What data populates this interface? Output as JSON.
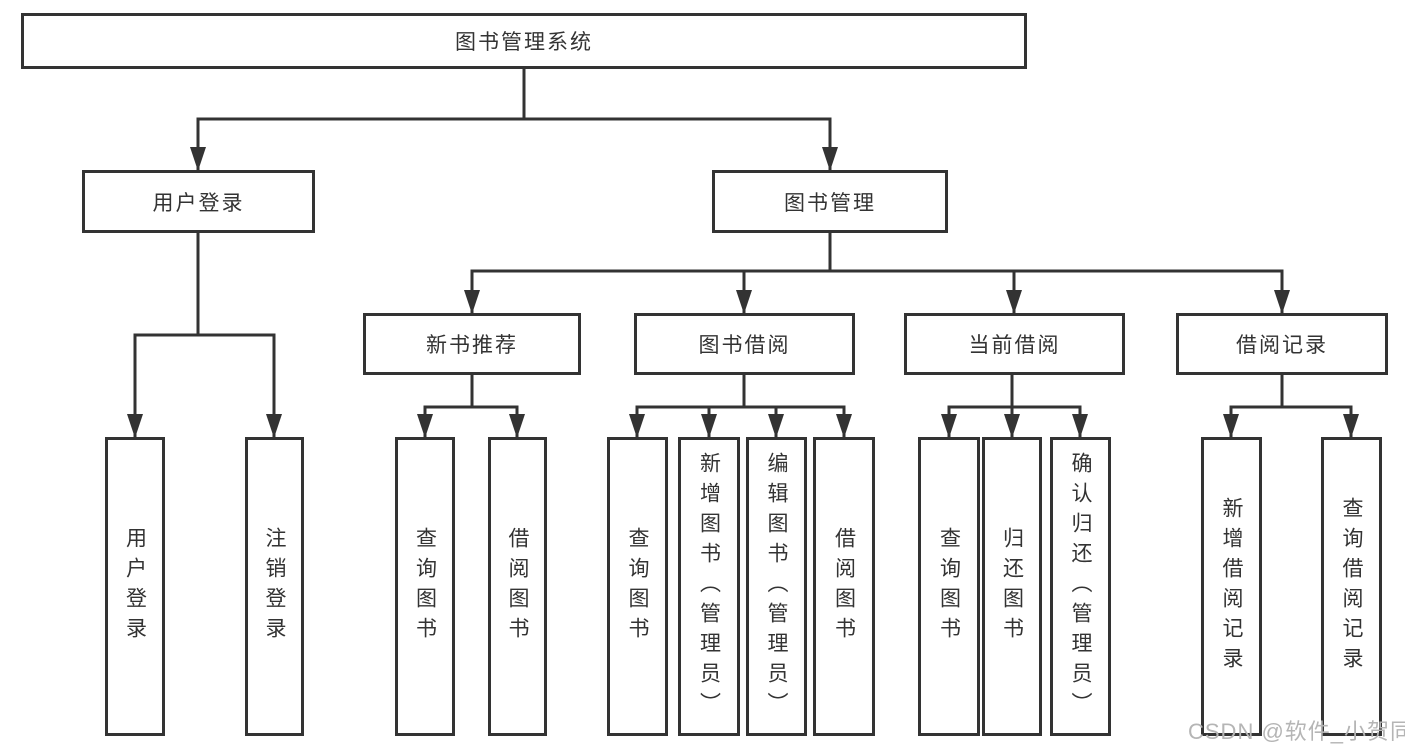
{
  "title_node": "图书管理系统",
  "level2": {
    "user_login": "用户登录",
    "book_management": "图书管理"
  },
  "level3": {
    "new_book_recommend": "新书推荐",
    "book_borrow": "图书借阅",
    "current_borrow": "当前借阅",
    "borrow_records": "借阅记录"
  },
  "leaves": {
    "user_login": "用户登录",
    "logout": "注销登录",
    "recommend_query_books": "查询图书",
    "recommend_borrow_books": "借阅图书",
    "borrow_query_books": "查询图书",
    "add_book_admin": "新增图书（管理员）",
    "edit_book_admin": "编辑图书（管理员）",
    "borrow_borrow_books": "借阅图书",
    "current_query_books": "查询图书",
    "return_books": "归还图书",
    "confirm_return_admin": "确认归还（管理员）",
    "add_borrow_record": "新增借阅记录",
    "query_borrow_record": "查询借阅记录"
  },
  "watermark": "CSDN @软件_小贺同学",
  "colors": {
    "line": "#333333",
    "box_border": "#333333",
    "box_fill": "#ffffff",
    "text": "#333333",
    "watermark": "#b5b5b5",
    "background": "#ffffff"
  }
}
